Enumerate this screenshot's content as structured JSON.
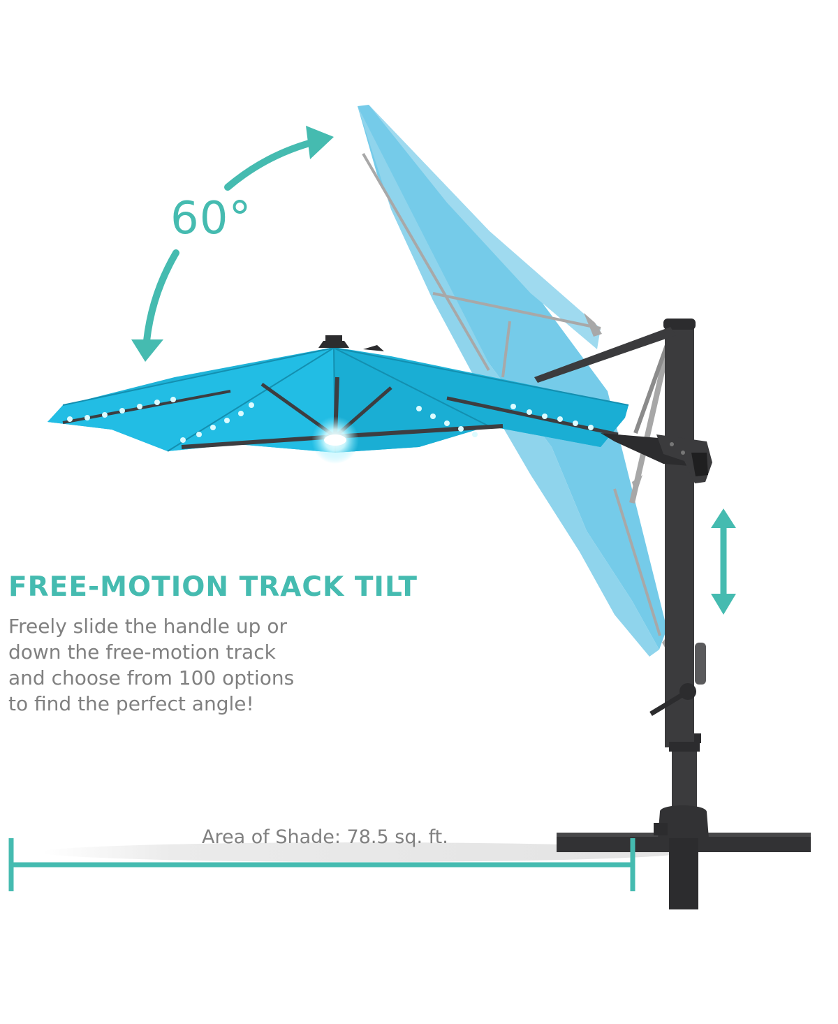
{
  "colors": {
    "accent": "#45bbb0",
    "canopy": "#1fb3d8",
    "canopy_tilted": "#5ec3e6",
    "frame": "#3b3b3d",
    "text_gray": "#808080"
  },
  "tilt": {
    "angle_label": "60°"
  },
  "feature": {
    "title": "FREE-MOTION TRACK TILT",
    "description_lines": [
      "Freely slide the handle up or",
      "down the free-motion track",
      "and choose from 100 options",
      "to find the perfect angle!"
    ]
  },
  "shade": {
    "label": "Area of Shade: 78.5 sq. ft."
  },
  "icons": [
    "curved-double-arrow-icon",
    "vertical-double-arrow-icon",
    "dimension-bar-icon"
  ]
}
